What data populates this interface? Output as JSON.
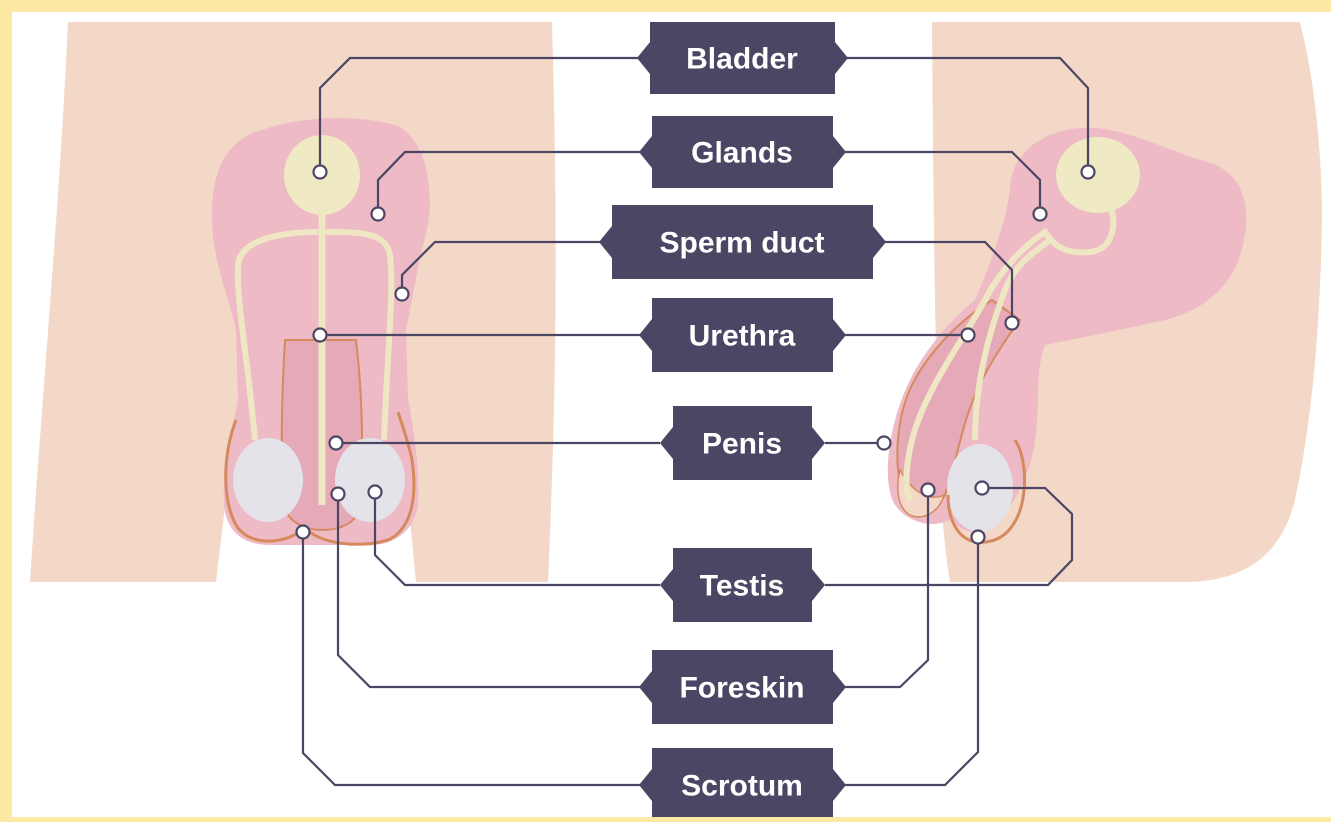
{
  "labels": {
    "bladder": "Bladder",
    "glands": "Glands",
    "sperm_duct": "Sperm duct",
    "urethra": "Urethra",
    "penis": "Penis",
    "testis": "Testis",
    "foreskin": "Foreskin",
    "scrotum": "Scrotum"
  },
  "colors": {
    "frame": "#fde9a4",
    "background": "#ffffff",
    "skin": "#f3d8c8",
    "organ_pink": "#eebac6",
    "organ_pink_dark": "#e6a9b7",
    "tube_cream": "#efe7c3",
    "bladder_cream": "#efe9c4",
    "testis_grey": "#e3e3e9",
    "outline_orange": "#d58a5e",
    "label_box": "#4a4663",
    "label_text": "#ffffff",
    "leader_line": "#4a4663"
  }
}
